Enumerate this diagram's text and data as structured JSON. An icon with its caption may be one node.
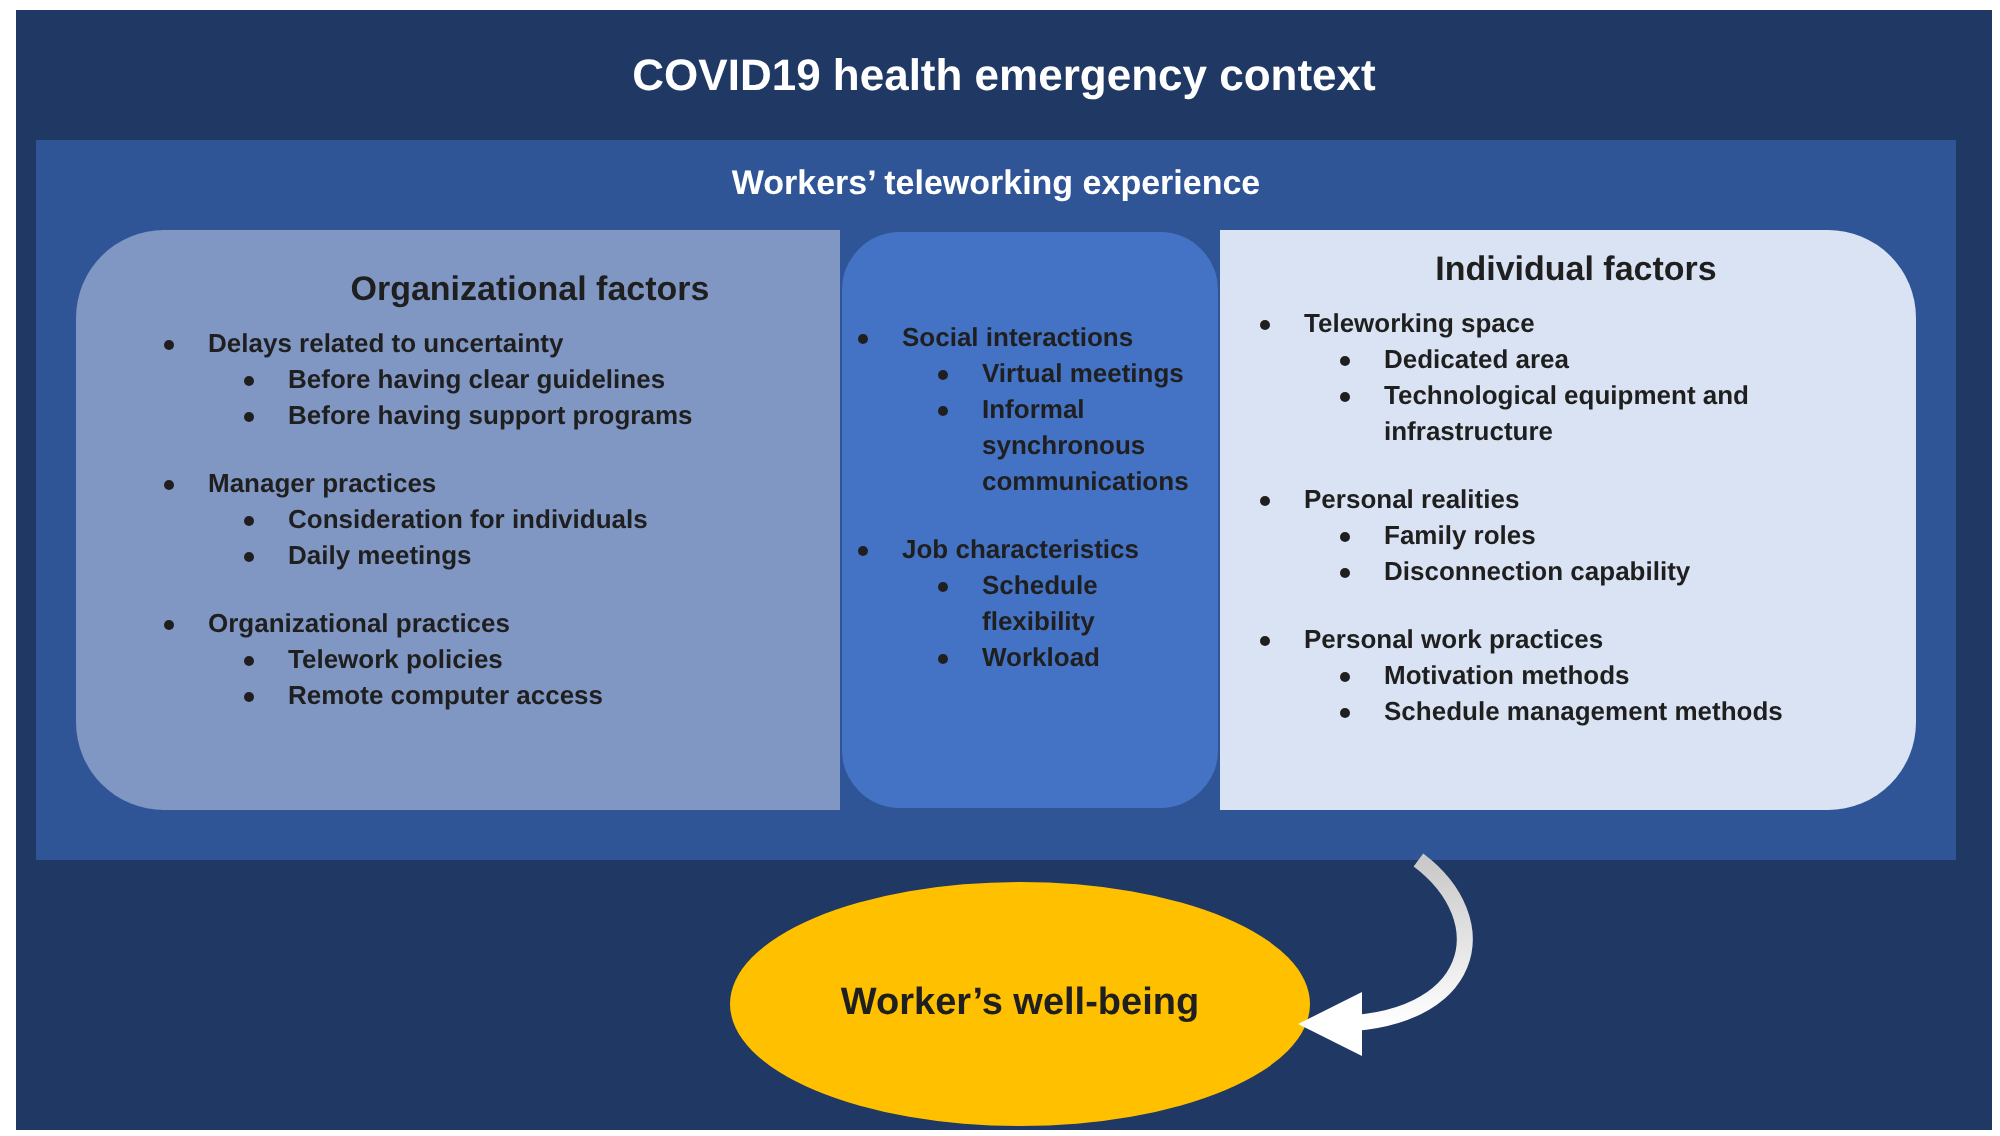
{
  "diagram": {
    "nodes": [
      {
        "text": [
          "COVID19 health emergency context"
        ]
      },
      {
        "text": [
          "Workers’ teleworking experience"
        ],
        "in": 0
      },
      {
        "text": [
          "Organizational factors",
          "Delays related to uncertainty",
          "Before having clear guidelines",
          "Before having support programs",
          "Manager practices",
          "Consideration for individuals",
          "Daily meetings",
          "Organizational practices",
          "Telework policies",
          "Remote computer access"
        ],
        "in": 1
      },
      {
        "text": [
          "Social interactions",
          "Virtual meetings",
          "Informal synchronous communications",
          "Job characteristics",
          "Schedule flexibility",
          "Workload"
        ],
        "in": 1
      },
      {
        "text": [
          "Individual factors",
          "Teleworking space",
          "Dedicated area",
          "Technological equipment and infrastructure",
          "Personal realities",
          "Family roles",
          "Disconnection capability",
          "Personal work practices",
          "Motivation methods",
          "Schedule management methods"
        ],
        "in": 1
      },
      {
        "text": [
          "Worker’s well-being"
        ],
        "in": 0
      }
    ],
    "edges": [
      {
        "from": 1,
        "to": 5,
        "arrow": "to"
      }
    ]
  }
}
